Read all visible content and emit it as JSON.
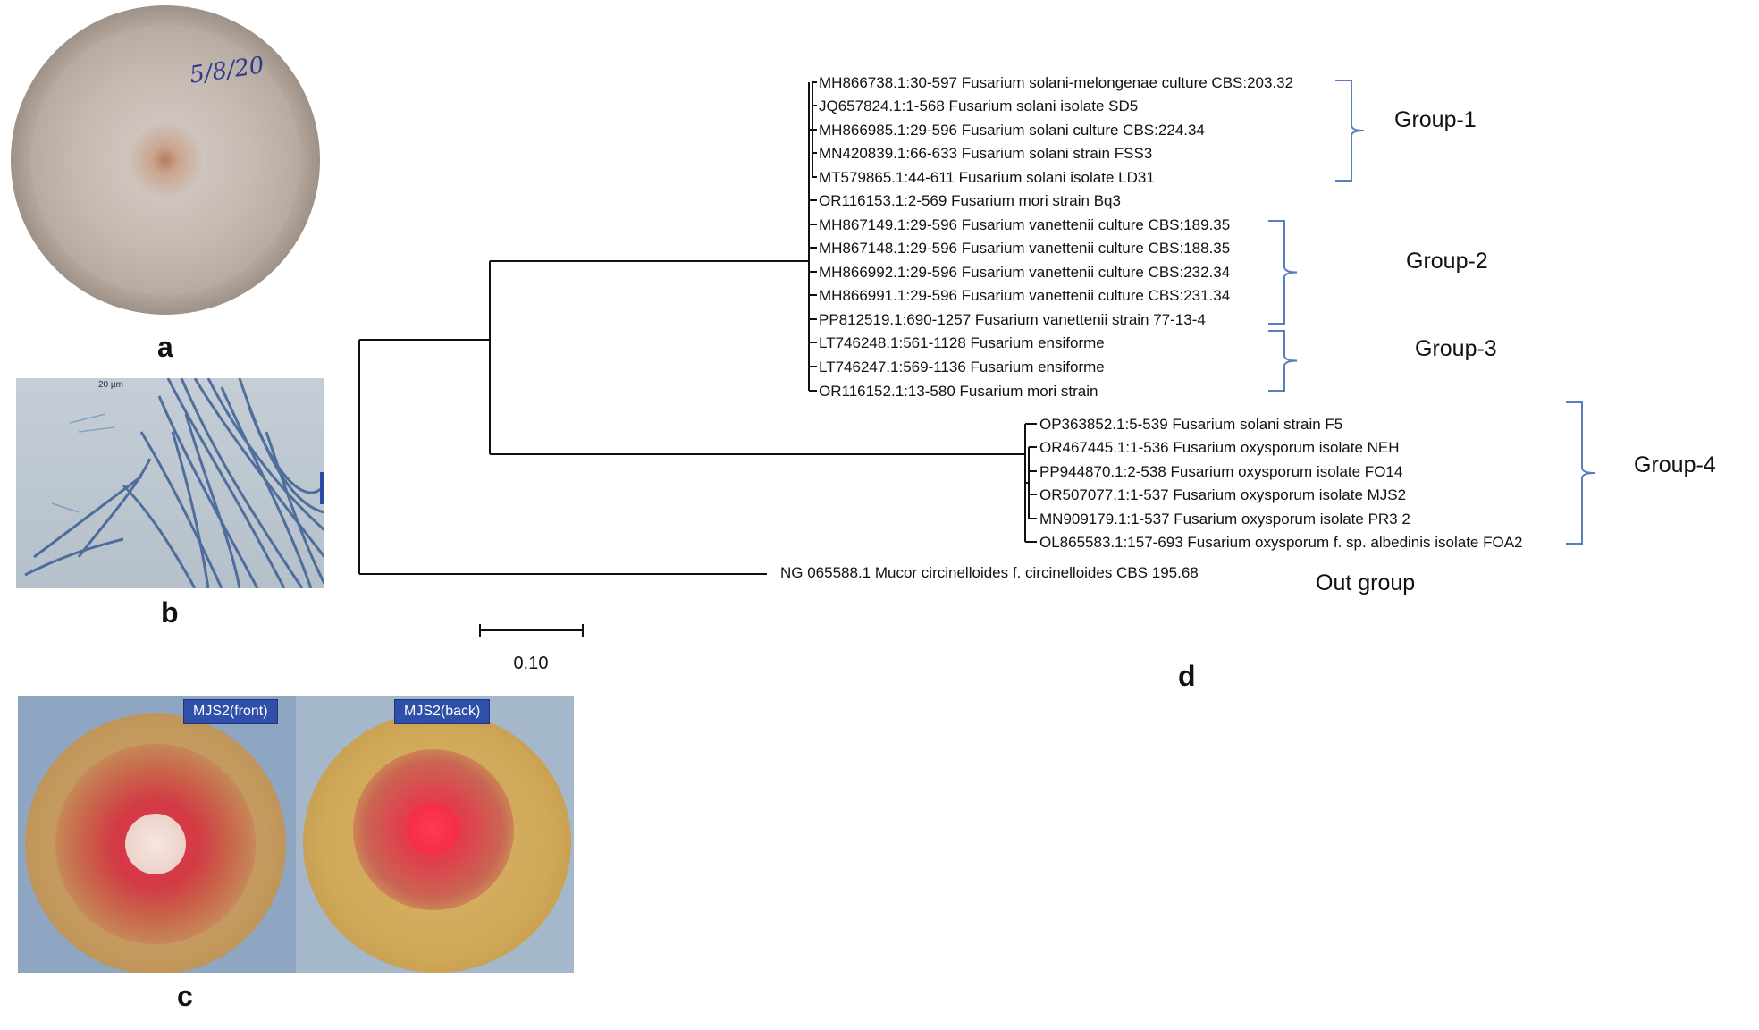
{
  "panels": {
    "a": {
      "letter": "a",
      "handwriting": "5/8/20"
    },
    "b": {
      "letter": "b",
      "scale_bar_text": "20 µm"
    },
    "c": {
      "letter": "c",
      "front_tag": "MJS2(front)",
      "back_tag": "MJS2(back)"
    },
    "d": {
      "letter": "d"
    }
  },
  "tree": {
    "scale_bar_label": "0.10",
    "taxa": [
      "MH866738.1:30-597 Fusarium solani-melongenae culture CBS:203.32",
      "JQ657824.1:1-568 Fusarium solani isolate SD5",
      "MH866985.1:29-596 Fusarium solani culture CBS:224.34",
      "MN420839.1:66-633 Fusarium solani strain FSS3",
      "MT579865.1:44-611 Fusarium solani isolate LD31",
      "OR116153.1:2-569 Fusarium mori strain Bq3",
      "MH867149.1:29-596 Fusarium vanettenii culture CBS:189.35",
      "MH867148.1:29-596 Fusarium vanettenii culture CBS:188.35",
      "MH866992.1:29-596 Fusarium vanettenii culture CBS:232.34",
      "MH866991.1:29-596 Fusarium vanettenii culture CBS:231.34",
      "PP812519.1:690-1257 Fusarium vanettenii strain 77-13-4",
      "LT746248.1:561-1128 Fusarium ensiforme",
      "LT746247.1:569-1136 Fusarium ensiforme",
      "OR116152.1:13-580 Fusarium mori strain",
      "OP363852.1:5-539 Fusarium solani strain F5",
      "OR467445.1:1-536 Fusarium oxysporum isolate NEH",
      "PP944870.1:2-538 Fusarium oxysporum isolate FO14",
      "OR507077.1:1-537 Fusarium oxysporum isolate MJS2",
      "MN909179.1:1-537 Fusarium oxysporum isolate PR3 2",
      "OL865583.1:157-693 Fusarium oxysporum f. sp. albedinis isolate FOA2",
      "NG 065588.1 Mucor circinelloides f. circinelloides CBS 195.68"
    ],
    "groups": [
      "Group-1",
      "Group-2",
      "Group-3",
      "Group-4",
      "Out group"
    ]
  },
  "colors": {
    "bracket": "#5a7dbd",
    "branch": "#111111",
    "tag_bg": "#2f4fa8"
  }
}
